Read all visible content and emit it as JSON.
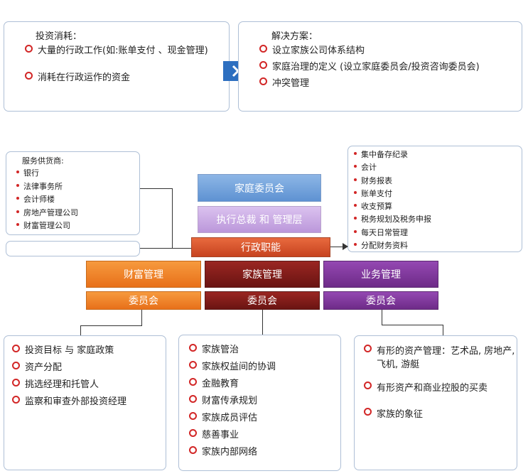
{
  "top_left": {
    "title": "投资消耗：",
    "items": [
      "大量的行政工作(如:账单支付 、现金管理)",
      "消耗在行政运作的资金"
    ]
  },
  "top_right": {
    "title": "解决方案：",
    "items": [
      "设立家族公司体系结构",
      "家庭治理的定义 (设立家庭委员会/投资咨询委员会)",
      "冲突管理"
    ]
  },
  "service_providers": {
    "title": "服务供货商:",
    "items": [
      "银行",
      "法律事务所",
      "会计师楼",
      "房地产管理公司",
      "财富管理公司"
    ]
  },
  "admin_tasks": [
    "集中备存纪录",
    "会计",
    "财务报表",
    "账单支付",
    "收支预算",
    "税务规划及税务申报",
    "每天日常管理",
    "分配财务资料"
  ],
  "boxes": {
    "family_committee": "家庭委员会",
    "executive": "执行总裁 和 管理层",
    "admin_function": "行政职能",
    "wealth_mgmt": "财富管理",
    "family_mgmt": "家族管理",
    "business_mgmt": "业务管理",
    "committee": "委员会"
  },
  "bottom_left": [
    "投资目标 与 家庭政策",
    "资产分配",
    "挑选经理和托管人",
    "监察和审查外部投资经理"
  ],
  "bottom_mid": [
    "家族管治",
    "家族权益间的协调",
    "金融教育",
    "财富传承规划",
    "家族成员评估",
    "慈善事业",
    "家族内部网络"
  ],
  "bottom_right": [
    "有形的资产管理：艺术品, 房地产, 飞机, 游艇",
    "有形资产和商业控股的买卖",
    "家族的象征"
  ],
  "colors": {
    "bullet": "#d22626",
    "blue": "#6d9fd9",
    "lavender": "#c8a6e2",
    "orange_red": "#d9542b",
    "orange": "#ef7c1c",
    "maroon": "#7a1b18",
    "purple": "#7c3597"
  }
}
